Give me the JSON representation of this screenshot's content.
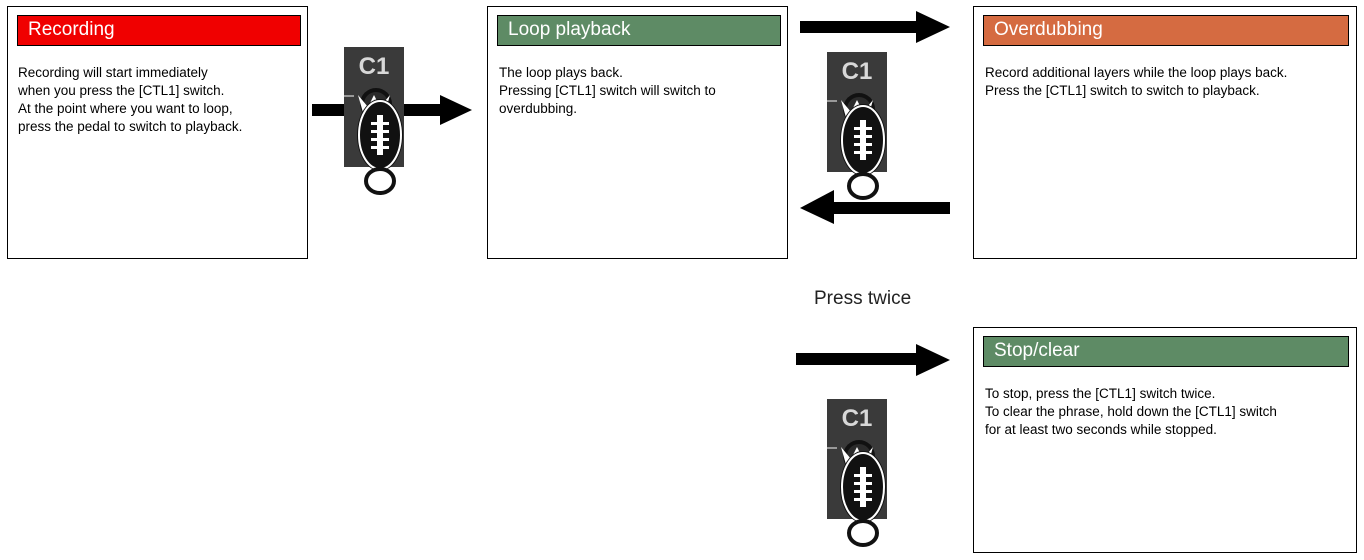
{
  "recording": {
    "title": "Recording",
    "color": "#f00000",
    "lines": [
      "Recording will start immediately",
      "when you press the [CTL1] switch.",
      "At the point where you want to loop,",
      "press the pedal to switch to playback."
    ]
  },
  "loop_playback": {
    "title": "Loop playback",
    "color": "#5e8b65",
    "lines": [
      "The loop plays back.",
      "Pressing [CTL1] switch will switch to",
      "overdubbing."
    ]
  },
  "overdubbing": {
    "title": "Overdubbing",
    "color": "#d56b41",
    "lines": [
      "Record additional layers while the loop plays back.",
      "Press the [CTL1] switch to switch to playback."
    ]
  },
  "stop_clear": {
    "title": "Stop/clear",
    "color": "#5e8b65",
    "lines": [
      "To stop, press the [CTL1] switch twice.",
      "To clear the phrase, hold down the [CTL1] switch",
      "for at least two seconds while stopped."
    ]
  },
  "press_twice_label": "Press twice",
  "pedal": {
    "label": "C1",
    "body_color": "#3a3a3a"
  }
}
